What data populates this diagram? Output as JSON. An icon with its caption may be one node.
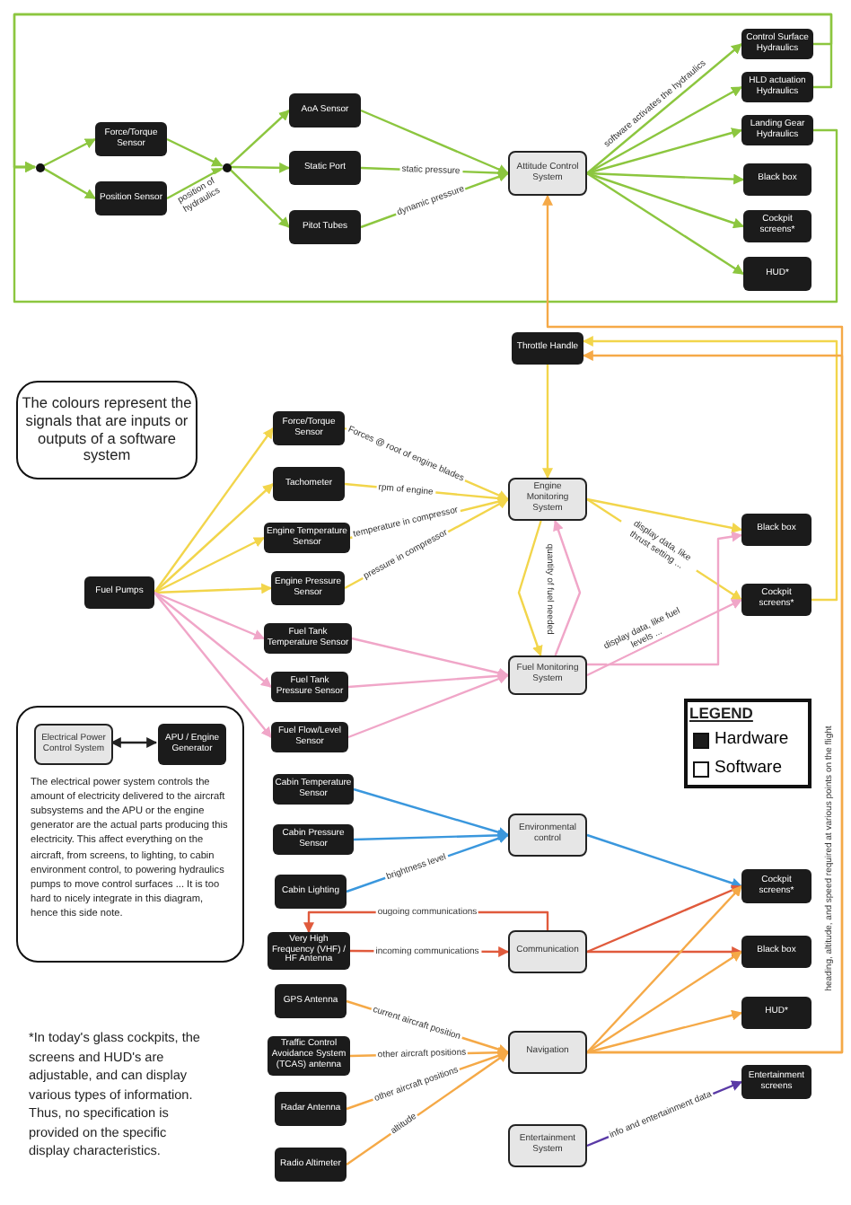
{
  "diagram": {
    "nodes": [
      {
        "text": [],
        "shape": "circle"
      },
      {
        "text": [
          "Force/Torque Sensor"
        ]
      },
      {
        "text": [
          "Position Sensor"
        ]
      },
      {
        "text": [],
        "shape": "circle"
      },
      {
        "text": [
          "AoA Sensor"
        ]
      },
      {
        "text": [
          "Static Port"
        ]
      },
      {
        "text": [
          "Pitot Tubes"
        ]
      },
      {
        "text": [
          "Attitude Control System"
        ]
      },
      {
        "text": [
          "Control Surface Hydraulics"
        ]
      },
      {
        "text": [
          "HLD actuation Hydraulics"
        ]
      },
      {
        "text": [
          "Landing Gear Hydraulics"
        ]
      },
      {
        "text": [
          "Black box"
        ]
      },
      {
        "text": [
          "Cockpit screens*"
        ]
      },
      {
        "text": [
          "HUD*"
        ]
      },
      {
        "text": [
          "Throttle Handle"
        ]
      },
      {
        "text": [
          "The colours represent the signals that are inputs or outputs of a software system"
        ]
      },
      {
        "text": [
          "Force/Torque Sensor"
        ]
      },
      {
        "text": [
          "Tachometer"
        ]
      },
      {
        "text": [
          "Engine Temperature Sensor"
        ]
      },
      {
        "text": [
          "Engine Monitoring System"
        ]
      },
      {
        "text": [
          "Engine Pressure Sensor"
        ]
      },
      {
        "text": [
          "Fuel Pumps"
        ]
      },
      {
        "text": [
          "Black box"
        ]
      },
      {
        "text": [
          "Cockpit screens*"
        ]
      },
      {
        "text": [
          "Fuel Tank Temperature Sensor"
        ]
      },
      {
        "text": [
          "Fuel Monitoring System"
        ]
      },
      {
        "text": [
          "Fuel Tank Pressure Sensor"
        ]
      },
      {
        "text": [
          "Fuel Flow/Level Sensor"
        ]
      },
      {
        "text": [
          "The electrical power system controls the amount of electricity delivered to the aircraft subsystems and the APU or the engine generator are the actual parts producing this electricity. This affect everything on the aircraft, from screens, to lighting, to cabin environment control, to powering hydraulics pumps to move control surfaces ... It is too hard to nicely integrate in this diagram, hence this side note."
        ]
      },
      {
        "text": [
          "Electrical Power Control System"
        ],
        "in": 28
      },
      {
        "text": [
          "APU / Engine Generator"
        ],
        "in": 28
      },
      {
        "text": [
          "Cabin Temperature Sensor"
        ]
      },
      {
        "text": [
          "Environmental control"
        ]
      },
      {
        "text": [
          "Cabin Pressure Sensor"
        ]
      },
      {
        "text": [
          "Cabin Lighting"
        ]
      },
      {
        "text": [
          "Cockpit screens*"
        ]
      },
      {
        "text": [
          "Very High Frequency (VHF) / HF Antenna"
        ]
      },
      {
        "text": [
          "Communication"
        ]
      },
      {
        "text": [
          "Black box"
        ]
      },
      {
        "text": [
          "GPS Antenna"
        ]
      },
      {
        "text": [
          "HUD*"
        ]
      },
      {
        "text": [
          "Navigation"
        ]
      },
      {
        "text": [
          "Traffic Control Avoidance System (TCAS) antenna"
        ]
      },
      {
        "text": [
          "Entertainment screens"
        ]
      },
      {
        "text": [
          "Radar Antenna"
        ]
      },
      {
        "text": [
          "Entertainment System"
        ]
      },
      {
        "text": [
          "Radio Altimeter"
        ]
      }
    ],
    "edges": [
      {
        "from": 0,
        "to": 1,
        "arrow": "to"
      },
      {
        "from": 0,
        "to": 2,
        "arrow": "to"
      },
      {
        "from": 1,
        "to": 3,
        "arrow": "to"
      },
      {
        "from": 2,
        "to": 3,
        "arrow": "to",
        "label": "position of hydraulics"
      },
      {
        "from": 3,
        "to": 4,
        "arrow": "to"
      },
      {
        "from": 3,
        "to": 5,
        "arrow": "to"
      },
      {
        "from": 3,
        "to": 6,
        "arrow": "to"
      },
      {
        "from": 4,
        "to": 7,
        "arrow": "to"
      },
      {
        "from": 5,
        "to": 7,
        "arrow": "to",
        "label": "static pressure"
      },
      {
        "from": 6,
        "to": 7,
        "arrow": "to",
        "label": "dynamic pressure"
      },
      {
        "from": 7,
        "to": 8,
        "arrow": "to",
        "label": "software activates the hydraulics"
      },
      {
        "from": 7,
        "to": 9,
        "arrow": "to"
      },
      {
        "from": 7,
        "to": 10,
        "arrow": "to"
      },
      {
        "from": 7,
        "to": 11,
        "arrow": "to"
      },
      {
        "from": 7,
        "to": 12,
        "arrow": "to"
      },
      {
        "from": 7,
        "to": 13,
        "arrow": "to"
      },
      {
        "from": 8,
        "to": 0,
        "arrow": "to"
      },
      {
        "from": 9,
        "to": 0,
        "arrow": "to"
      },
      {
        "from": 10,
        "to": 0,
        "arrow": "to"
      },
      {
        "from": 14,
        "to": 19,
        "arrow": "to",
        "color": "#f2d54b"
      },
      {
        "from": 21,
        "to": 16,
        "arrow": "to",
        "color": "#f2d54b"
      },
      {
        "from": 21,
        "to": 17,
        "arrow": "to",
        "color": "#f2d54b"
      },
      {
        "from": 21,
        "to": 18,
        "arrow": "to",
        "color": "#f2d54b"
      },
      {
        "from": 21,
        "to": 20,
        "arrow": "to",
        "color": "#f2d54b"
      },
      {
        "from": 21,
        "to": 24,
        "arrow": "to",
        "color": "#f0a6c8"
      },
      {
        "from": 21,
        "to": 26,
        "arrow": "to",
        "color": "#f0a6c8"
      },
      {
        "from": 21,
        "to": 27,
        "arrow": "to",
        "color": "#f0a6c8"
      },
      {
        "from": 16,
        "to": 19,
        "arrow": "to",
        "color": "#f2d54b",
        "label": "Forces @ root of engine blades"
      },
      {
        "from": 17,
        "to": 19,
        "arrow": "to",
        "color": "#f2d54b",
        "label": "rpm of engine"
      },
      {
        "from": 18,
        "to": 19,
        "arrow": "to",
        "color": "#f2d54b",
        "label": "temperature in compressor"
      },
      {
        "from": 20,
        "to": 19,
        "arrow": "to",
        "color": "#f2d54b",
        "label": "pressure in compressor"
      },
      {
        "from": 19,
        "to": 25,
        "arrow": "to",
        "color": "#f2d54b"
      },
      {
        "from": 25,
        "to": 19,
        "arrow": "to",
        "color": "#f0a6c8",
        "label": "quantity of fuel needed"
      },
      {
        "from": 19,
        "to": 22,
        "arrow": "to",
        "color": "#f2d54b"
      },
      {
        "from": 19,
        "to": 23,
        "arrow": "to",
        "color": "#f2d54b",
        "label": "display data, like thrust setting ..."
      },
      {
        "from": 24,
        "to": 25,
        "arrow": "to",
        "color": "#f0a6c8"
      },
      {
        "from": 26,
        "to": 25,
        "arrow": "to",
        "color": "#f0a6c8"
      },
      {
        "from": 27,
        "to": 25,
        "arrow": "to",
        "color": "#f0a6c8"
      },
      {
        "from": 25,
        "to": 22,
        "arrow": "to",
        "color": "#f0a6c8"
      },
      {
        "from": 25,
        "to": 23,
        "arrow": "to",
        "color": "#f0a6c8",
        "label": "display data, like fuel levels ..."
      },
      {
        "from": 23,
        "to": 14,
        "arrow": "to",
        "color": "#f2d54b"
      },
      {
        "from": 29,
        "to": 30,
        "arrow": "both",
        "color": "#222222"
      },
      {
        "from": 31,
        "to": 32,
        "arrow": "to",
        "color": "#3a97dd"
      },
      {
        "from": 33,
        "to": 32,
        "arrow": "to",
        "color": "#3a97dd"
      },
      {
        "from": 34,
        "to": 32,
        "arrow": "to",
        "color": "#3a97dd",
        "label": "brightness level"
      },
      {
        "from": 32,
        "to": 35,
        "arrow": "to",
        "color": "#3a97dd"
      },
      {
        "from": 37,
        "to": 36,
        "arrow": "to",
        "color": "#e05a3c",
        "label": "ougoing communications"
      },
      {
        "from": 36,
        "to": 37,
        "arrow": "to",
        "color": "#e05a3c",
        "label": "incoming communications"
      },
      {
        "from": 37,
        "to": 35,
        "arrow": "to",
        "color": "#e05a3c"
      },
      {
        "from": 37,
        "to": 38,
        "arrow": "to",
        "color": "#e05a3c"
      },
      {
        "from": 39,
        "to": 41,
        "arrow": "to",
        "color": "#f5a947",
        "label": "current aircraft position"
      },
      {
        "from": 42,
        "to": 41,
        "arrow": "to",
        "color": "#f5a947",
        "label": "other aircraft positions"
      },
      {
        "from": 44,
        "to": 41,
        "arrow": "to",
        "color": "#f5a947",
        "label": "other aircraft positions"
      },
      {
        "from": 46,
        "to": 41,
        "arrow": "to",
        "color": "#f5a947",
        "label": "altitude"
      },
      {
        "from": 41,
        "to": 35,
        "arrow": "to",
        "color": "#f5a947"
      },
      {
        "from": 41,
        "to": 38,
        "arrow": "to",
        "color": "#f5a947"
      },
      {
        "from": 41,
        "to": 40,
        "arrow": "to",
        "color": "#f5a947"
      },
      {
        "from": 41,
        "to": 14,
        "arrow": "to",
        "color": "#f5a947",
        "label": "heading, altitude, and speed required at various points on the flight"
      },
      {
        "from": 41,
        "to": 7,
        "arrow": "to",
        "color": "#f5a947"
      },
      {
        "from": 45,
        "to": 43,
        "arrow": "to",
        "color": "#5a3aa6",
        "label": "info and entertainment data"
      }
    ],
    "labels": [
      "LEGEND",
      "*In today's glass cockpits, the screens and HUD's are adjustable, and can display various types of information. Thus, no specification is provided on the specific display characteristics."
    ],
    "legend": [
      {
        "text": "Hardware",
        "color": "#1b1b1b"
      },
      {
        "text": "Software",
        "color": "#ffffff"
      }
    ]
  }
}
